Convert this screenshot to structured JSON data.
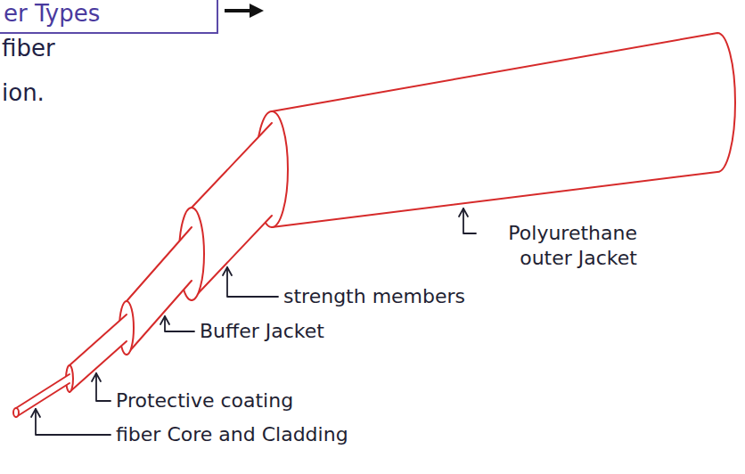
{
  "diagram": {
    "nodes": [
      {
        "text": [
          "er Types"
        ]
      }
    ],
    "labels": [
      "fiber",
      "ion.",
      "Polyurethane outer Jacket",
      "strength members",
      "Buffer Jacket",
      "Protective coating",
      "fiber Core and Cladding"
    ]
  }
}
